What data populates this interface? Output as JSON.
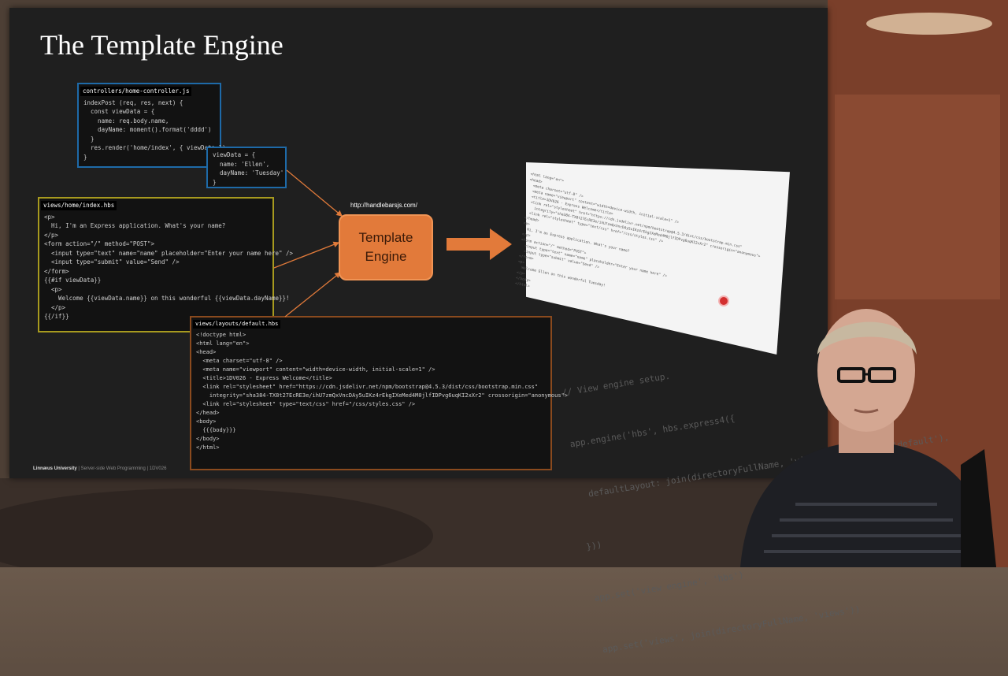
{
  "slide": {
    "title": "The Template Engine",
    "engine_label_line1": "Template",
    "engine_label_line2": "Engine",
    "engine_url": "http://handlebarsjs.com/",
    "footer_logo": "Linnæus University",
    "footer_text": "| Server-side Web Programming | 1DV026"
  },
  "controller_box": {
    "filename": "controllers/home-controller.js",
    "lines": [
      "indexPost (req, res, next) {",
      "  const viewData = {",
      "    name: req.body.name,",
      "    dayName: moment().format('dddd')",
      "  }",
      "",
      "  res.render('home/index', { viewData })",
      "}"
    ]
  },
  "viewdata_box": {
    "lines": [
      "viewData = {",
      "  name: 'Ellen',",
      "  dayName: 'Tuesday'",
      "}"
    ]
  },
  "index_box": {
    "filename": "views/home/index.hbs",
    "lines": [
      "<p>",
      "  Hi, I'm an Express application. What's your name?",
      "</p>",
      "",
      "<form action=\"/\" method=\"POST\">",
      "  <input type=\"text\" name=\"name\" placeholder=\"Enter your name here\" />",
      "  <input type=\"submit\" value=\"Send\" />",
      "</form>",
      "",
      "{{#if viewData}}",
      "  <p>",
      "    Welcome {{viewData.name}} on this wonderful {{viewData.dayName}}!",
      "  </p>",
      "{{/if}}"
    ]
  },
  "layout_box": {
    "filename": "views/layouts/default.hbs",
    "lines": [
      "<!doctype html>",
      "<html lang=\"en\">",
      "",
      "<head>",
      "  <meta charset=\"utf-8\" />",
      "  <meta name=\"viewport\" content=\"width=device-width, initial-scale=1\" />",
      "  <title>1DV026 - Express Welcome</title>",
      "  <link rel=\"stylesheet\" href=\"https://cdn.jsdelivr.net/npm/bootstrap@4.5.3/dist/css/bootstrap.min.css\"",
      "    integrity=\"sha384-TX8t27EcRE3e/ihU7zmQxVncDAy5uIKz4rEkgIXeMed4M0jlfIDPvg6uqKI2xXr2\" crossorigin=\"anonymous\">",
      "  <link rel=\"stylesheet\" type=\"text/css\" href=\"/css/styles.css\" />",
      "</head>",
      "",
      "<body>",
      "  {{{body}}}",
      "</body>",
      "</html>"
    ]
  },
  "output_page": {
    "lines": [
      "<html lang=\"en\">",
      "",
      "<head>",
      "  <meta charset=\"utf-8\" />",
      "  <meta name=\"viewport\" content=\"width=device-width, initial-scale=1\" />",
      "  <title>1DV026 - Express Welcome</title>",
      "  <link rel=\"stylesheet\" href=\"https://cdn.jsdelivr.net/npm/bootstrap@4.5.3/dist/css/bootstrap.min.css\"",
      "    integrity=\"sha384-TX8t27EcRE3e/ihU7zmQxVncDAy5uIKz4rEkgIXeMed4M0jlfIDPvg6uqKI2xXr2\" crossorigin=\"anonymous\">",
      "  <link rel=\"stylesheet\" type=\"text/css\" href=\"/css/styles.css\" />",
      "</head>",
      "<p>",
      "  Hi, I'm an Express application. What's your name?",
      "</p>",
      "",
      "<form action=\"/\" method=\"POST\">",
      "  <input type=\"text\" name=\"name\" placeholder=\"Enter your name here\" />",
      "  <input type=\"submit\" value=\"Send\" />",
      "</form>",
      "",
      "<p>",
      "  Welcome Ellen on this wonderful Tuesday!",
      "</p>",
      "</body>",
      "</html>"
    ]
  },
  "ghost_code": {
    "lines": [
      "// View engine setup.",
      "app.engine('hbs', hbs.express4({",
      "  defaultLayout: join(directoryFullName, 'views', 'layouts', 'default'),",
      "}))",
      "app.set('view engine', 'hbs')",
      "app.set('views', join(directoryFullName, 'views'))"
    ]
  },
  "colors": {
    "slide_bg": "#1f1f1f",
    "engine_orange": "#e27a3a",
    "blue_border": "#1e6aa8",
    "yellow_border": "#a79a1f",
    "orange_border": "#8a4a1e",
    "record_red": "#d32f2f"
  }
}
